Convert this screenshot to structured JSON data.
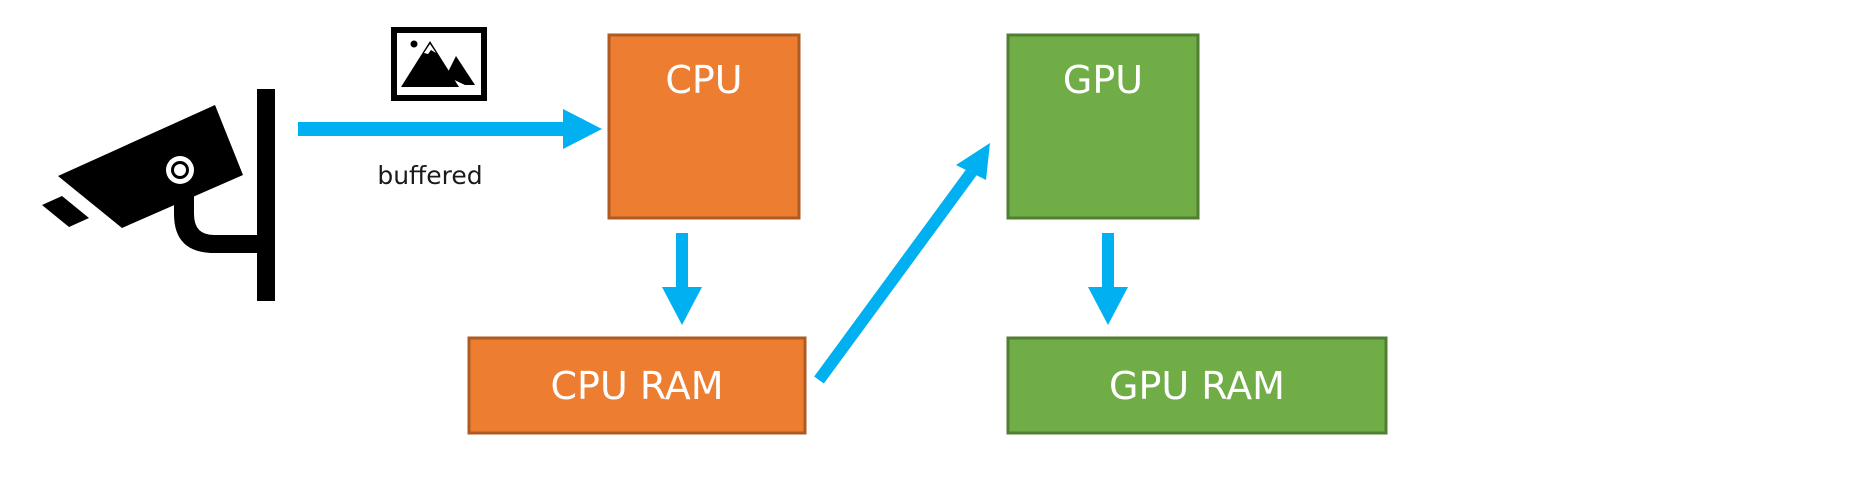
{
  "diagram": {
    "nodes": {
      "cpu": {
        "label": "CPU"
      },
      "gpu": {
        "label": "GPU"
      },
      "cpu_ram": {
        "label": "CPU RAM"
      },
      "gpu_ram": {
        "label": "GPU RAM"
      }
    },
    "edges": {
      "camera_to_cpu": {
        "label": "buffered"
      }
    },
    "icons": {
      "camera": "security-camera-icon",
      "frame": "image-icon"
    },
    "colors": {
      "cpu_fill": "#ED7D31",
      "cpu_stroke": "#AE5A21",
      "gpu_fill": "#70AD47",
      "gpu_stroke": "#507E32",
      "arrow": "#00B0F0",
      "icon": "#000000"
    }
  }
}
